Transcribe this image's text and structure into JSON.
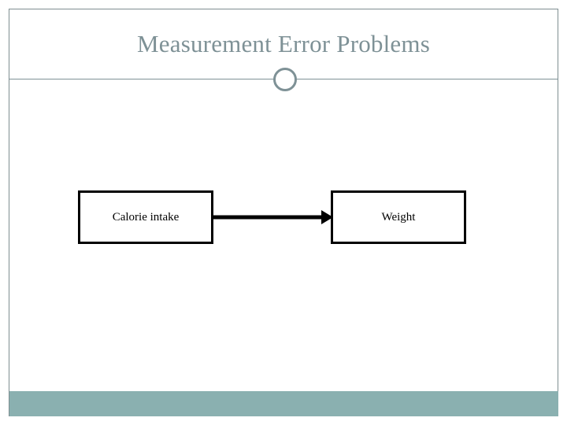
{
  "slide": {
    "title": "Measurement Error Problems",
    "accent_color": "#7e9196",
    "footer_color": "#8ab0b0",
    "frame_color": "#7e8e91",
    "background_color": "#ffffff"
  },
  "ornament": {
    "name": "circle-ornament"
  },
  "diagram": {
    "type": "flow",
    "nodes": [
      {
        "id": "cause",
        "label": "Calorie intake"
      },
      {
        "id": "effect",
        "label": "Weight"
      }
    ],
    "edges": [
      {
        "from": "cause",
        "to": "effect",
        "style": "solid-arrow",
        "color": "#000000"
      }
    ]
  }
}
